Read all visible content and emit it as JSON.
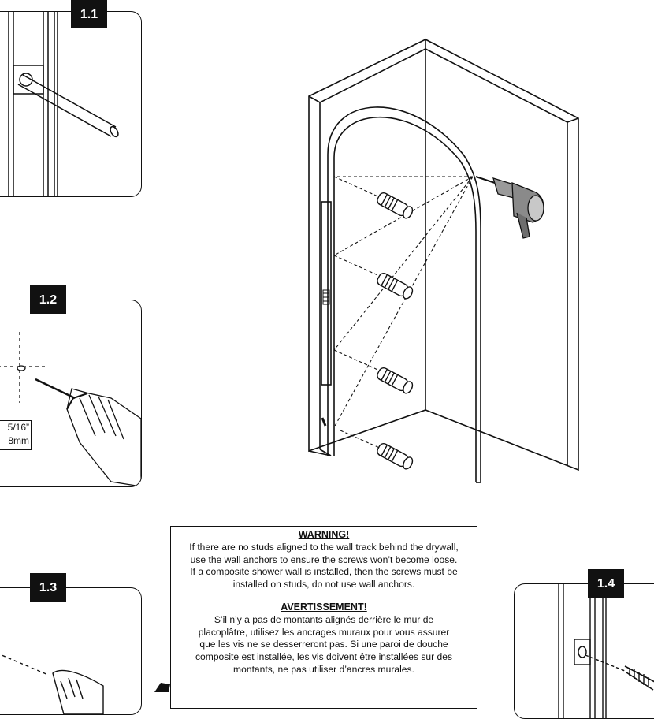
{
  "steps": {
    "s1": {
      "label": "1.1"
    },
    "s2": {
      "label": "1.2",
      "size_in": "5/16”",
      "size_mm": "8mm"
    },
    "s3": {
      "label": "1.3"
    },
    "s4": {
      "label": "1.4"
    }
  },
  "warning": {
    "en_title": "WARNING!",
    "en_lines": [
      "If there are no studs aligned to the wall track behind the drywall,",
      "use the wall anchors to ensure the screws won’t become loose.",
      "If a composite shower wall is installed, then the screws must be",
      "installed on studs, do not use wall anchors."
    ],
    "fr_title": "AVERTISSEMENT!",
    "fr_lines": [
      "S’il n’y a pas de montants alignés derrière le mur de",
      "placoplâtre, utilisez les ancrages muraux pour vous assurer",
      "que les vis ne se desserreront pas. Si une paroi de douche",
      "composite est installée, les vis doivent être installées sur des",
      "montants, ne pas utiliser d’ancres murales."
    ]
  }
}
